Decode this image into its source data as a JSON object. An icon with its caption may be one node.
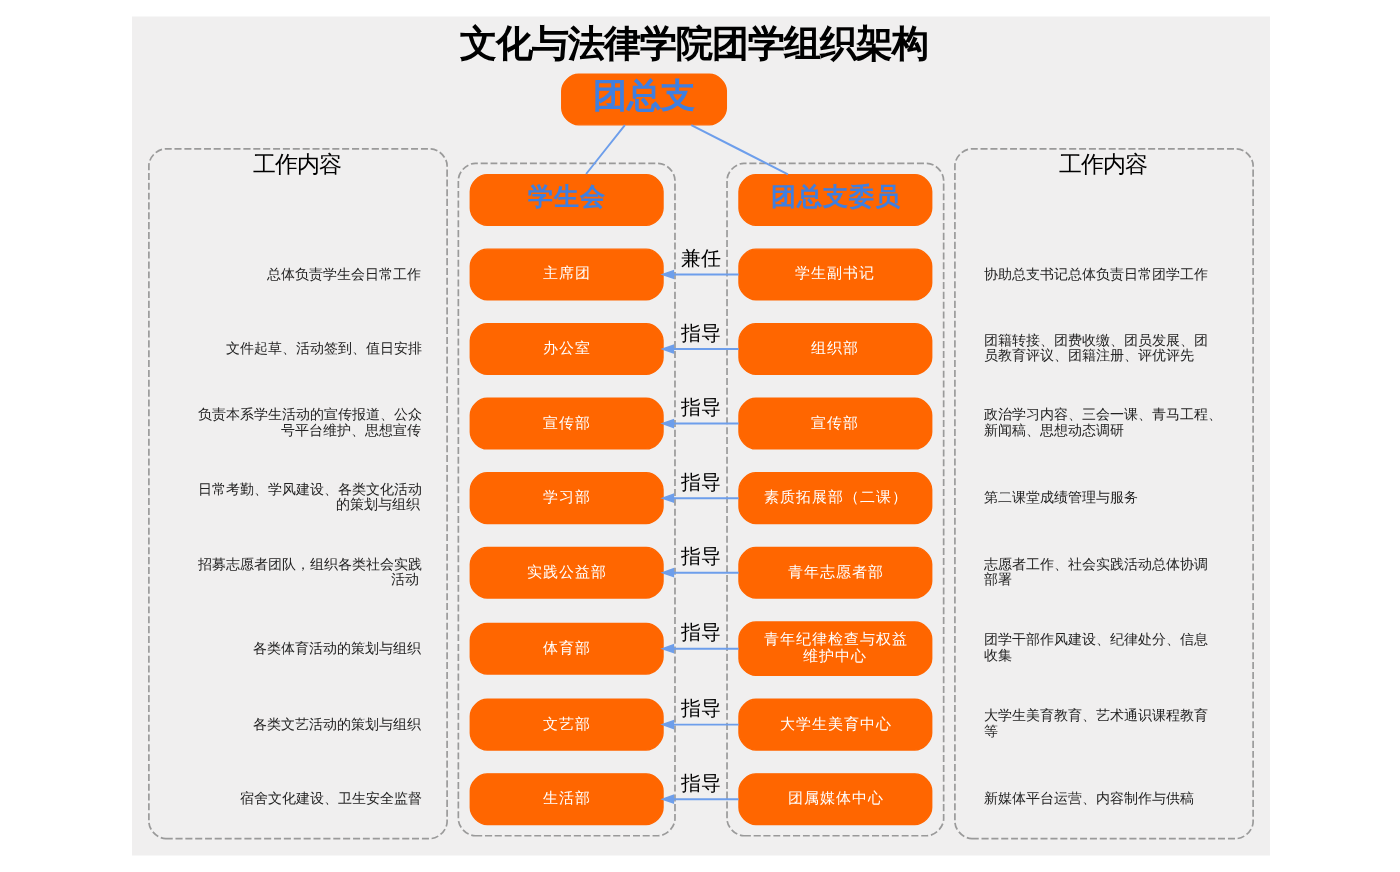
{
  "diagram": {
    "title": "文化与法律学院团学组织架构",
    "nodes": [
      {
        "text": [
          "团总支"
        ]
      },
      {
        "text": [
          "工作内容"
        ]
      },
      {
        "text": [
          "总体负责学生会日常工作"
        ],
        "in": 1
      },
      {
        "text": [
          "文件起草、活动签到、值日安排"
        ],
        "in": 1
      },
      {
        "text": [
          "负责本系学生活动的宣传报道、公众号平台维护、思想宣传"
        ],
        "in": 1
      },
      {
        "text": [
          "日常考勤、学风建设、各类文化活动的策划与组织"
        ],
        "in": 1
      },
      {
        "text": [
          "招募志愿者团队，组织各类社会实践活动"
        ],
        "in": 1
      },
      {
        "text": [
          "各类体育活动的策划与组织"
        ],
        "in": 1
      },
      {
        "text": [
          "各类文艺活动的策划与组织"
        ],
        "in": 1
      },
      {
        "text": [
          "宿舍文化建设、卫生安全监督"
        ],
        "in": 1
      },
      {
        "text": [],
        "shape": "box"
      },
      {
        "text": [
          "学生会"
        ],
        "in": 10
      },
      {
        "text": [
          "主席团"
        ],
        "in": 10
      },
      {
        "text": [
          "办公室"
        ],
        "in": 10
      },
      {
        "text": [
          "宣传部"
        ],
        "in": 10
      },
      {
        "text": [
          "学习部"
        ],
        "in": 10
      },
      {
        "text": [
          "实践公益部"
        ],
        "in": 10
      },
      {
        "text": [
          "体育部"
        ],
        "in": 10
      },
      {
        "text": [
          "文艺部"
        ],
        "in": 10
      },
      {
        "text": [
          "生活部"
        ],
        "in": 10
      },
      {
        "text": [],
        "shape": "box"
      },
      {
        "text": [
          "团总支委员"
        ],
        "in": 20
      },
      {
        "text": [
          "学生副书记"
        ],
        "in": 20
      },
      {
        "text": [
          "组织部"
        ],
        "in": 20
      },
      {
        "text": [
          "宣传部"
        ],
        "in": 20
      },
      {
        "text": [
          "素质拓展部（二课）"
        ],
        "in": 20
      },
      {
        "text": [
          "青年志愿者部"
        ],
        "in": 20
      },
      {
        "text": [
          "青年纪律检查与权益维护中心"
        ],
        "in": 20
      },
      {
        "text": [
          "大学生美育中心"
        ],
        "in": 20
      },
      {
        "text": [
          "团属媒体中心"
        ],
        "in": 20
      },
      {
        "text": [
          "工作内容"
        ]
      },
      {
        "text": [
          "协助总支书记总体负责日常团学工作"
        ],
        "in": 30
      },
      {
        "text": [
          "团籍转接、团费收缴、团员发展、团员教育评议、团籍注册、评优评先"
        ],
        "in": 30
      },
      {
        "text": [
          "政治学习内容、三会一课、青马工程、新闻稿、思想动态调研"
        ],
        "in": 30
      },
      {
        "text": [
          "第二课堂成绩管理与服务"
        ],
        "in": 30
      },
      {
        "text": [
          "志愿者工作、社会实践活动总体协调部署"
        ],
        "in": 30
      },
      {
        "text": [
          "团学干部作风建设、纪律处分、信息收集"
        ],
        "in": 30
      },
      {
        "text": [
          "大学生美育教育、艺术通识课程教育等"
        ],
        "in": 30
      },
      {
        "text": [
          "新媒体平台运营、内容制作与供稿"
        ],
        "in": 30
      }
    ],
    "edges": [
      {
        "from": 0,
        "to": 11,
        "arrow": "none"
      },
      {
        "from": 0,
        "to": 21,
        "arrow": "none"
      },
      {
        "from": 22,
        "to": 12,
        "arrow": "to",
        "label": "兼任"
      },
      {
        "from": 23,
        "to": 13,
        "arrow": "to",
        "label": "指导"
      },
      {
        "from": 24,
        "to": 14,
        "arrow": "to",
        "label": "指导"
      },
      {
        "from": 25,
        "to": 15,
        "arrow": "to",
        "label": "指导"
      },
      {
        "from": 26,
        "to": 16,
        "arrow": "to",
        "label": "指导"
      },
      {
        "from": 27,
        "to": 17,
        "arrow": "to",
        "label": "指导"
      },
      {
        "from": 28,
        "to": 18,
        "arrow": "to",
        "label": "指导"
      },
      {
        "from": 29,
        "to": 19,
        "arrow": "to",
        "label": "指导"
      }
    ]
  }
}
